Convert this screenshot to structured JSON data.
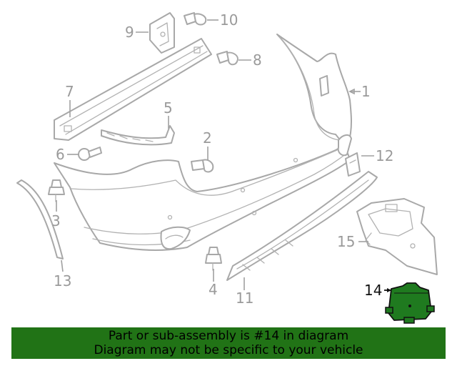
{
  "callouts": [
    {
      "id": "1",
      "label": "1"
    },
    {
      "id": "2",
      "label": "2"
    },
    {
      "id": "3",
      "label": "3"
    },
    {
      "id": "4",
      "label": "4"
    },
    {
      "id": "5",
      "label": "5"
    },
    {
      "id": "6",
      "label": "6"
    },
    {
      "id": "7",
      "label": "7"
    },
    {
      "id": "8",
      "label": "8"
    },
    {
      "id": "9",
      "label": "9"
    },
    {
      "id": "10",
      "label": "10"
    },
    {
      "id": "11",
      "label": "11"
    },
    {
      "id": "12",
      "label": "12"
    },
    {
      "id": "13",
      "label": "13"
    },
    {
      "id": "14",
      "label": "14"
    },
    {
      "id": "15",
      "label": "15"
    }
  ],
  "highlight": {
    "part": "14",
    "color": "#1f7a1f"
  },
  "banner": {
    "line1": "Part or sub-assembly is #14 in diagram",
    "line2": "Diagram may not be specific to your vehicle",
    "bg_color": "#217316"
  }
}
